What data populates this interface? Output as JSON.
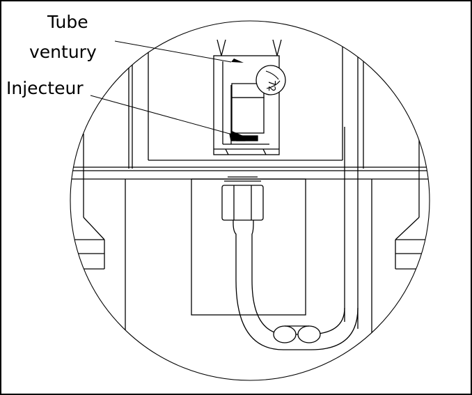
{
  "labels": {
    "tube_line1": "Tube",
    "tube_line2": "ventury",
    "injecteur": "Injecteur"
  },
  "colors": {
    "line": "#000000",
    "background": "#ffffff"
  }
}
